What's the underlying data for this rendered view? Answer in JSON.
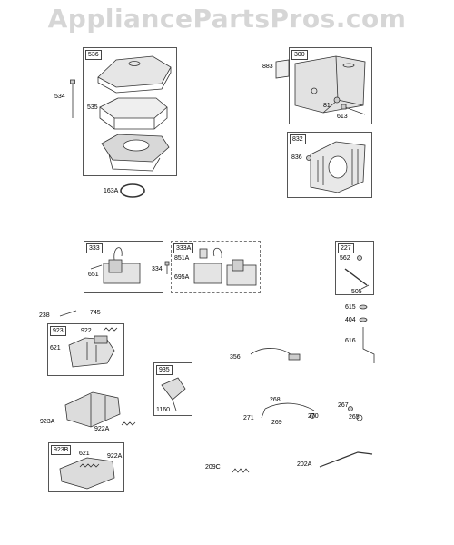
{
  "watermark": "AppliancePartsPros.com",
  "groups": {
    "g536": "536",
    "g300": "300",
    "g832": "832",
    "g333": "333",
    "g333a": "333A",
    "g227": "227",
    "g923": "923",
    "g935": "935",
    "g923b": "923B"
  },
  "labels": {
    "p534": "534",
    "p535": "535",
    "p163a": "163A",
    "p883": "883",
    "p81": "81",
    "p613": "613",
    "p836": "836",
    "p651": "651",
    "p334": "334",
    "p851a": "851A",
    "p695a": "695A",
    "p562": "562",
    "p505": "505",
    "p238": "238",
    "p745": "745",
    "p922": "922",
    "p621a": "621",
    "p615": "615",
    "p404": "404",
    "p616": "616",
    "p356": "356",
    "p1160": "1160",
    "p923a": "923A",
    "p922a_a": "922A",
    "p268": "268",
    "p271": "271",
    "p269": "269",
    "p270": "270",
    "p267": "267",
    "p265": "265",
    "p621b": "621",
    "p922a_b": "922A",
    "p209c": "209C",
    "p202a": "202A"
  }
}
